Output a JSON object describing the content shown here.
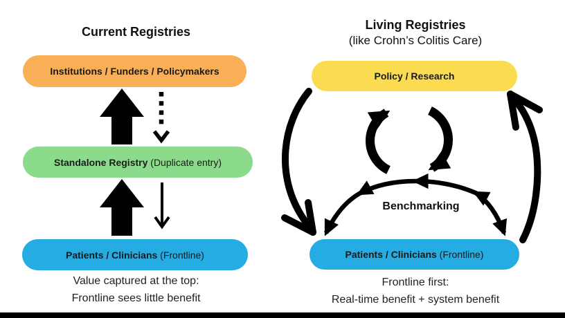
{
  "left_panel": {
    "title": "Current Registries",
    "boxes": [
      {
        "bold": "Institutions / Funders / Policymakers",
        "normal": "",
        "color": "#F9AF55"
      },
      {
        "bold": "Standalone Registry",
        "normal": " (Duplicate entry)",
        "color": "#8CDB8C"
      },
      {
        "bold": "Patients / Clinicians",
        "normal": " (Frontline)",
        "color": "#25ACE3"
      }
    ],
    "caption_line1": "Value captured at the top:",
    "caption_line2": "Frontline sees little benefit"
  },
  "right_panel": {
    "title": "Living Registries",
    "subtitle": "(like Crohn’s Colitis Care)",
    "boxes": [
      {
        "bold": "Policy / Research",
        "normal": "",
        "color": "#FBDC51"
      },
      {
        "bold": "Patients / Clinicians",
        "normal": " (Frontline)",
        "color": "#25ACE3"
      }
    ],
    "cycle_label": "Benchmarking",
    "caption_line1": "Frontline first:",
    "caption_line2": "Real-time benefit + system benefit"
  },
  "colors": {
    "arrow": "#000000",
    "bottom_bar": "#000000",
    "text": "#1A1A1A"
  }
}
